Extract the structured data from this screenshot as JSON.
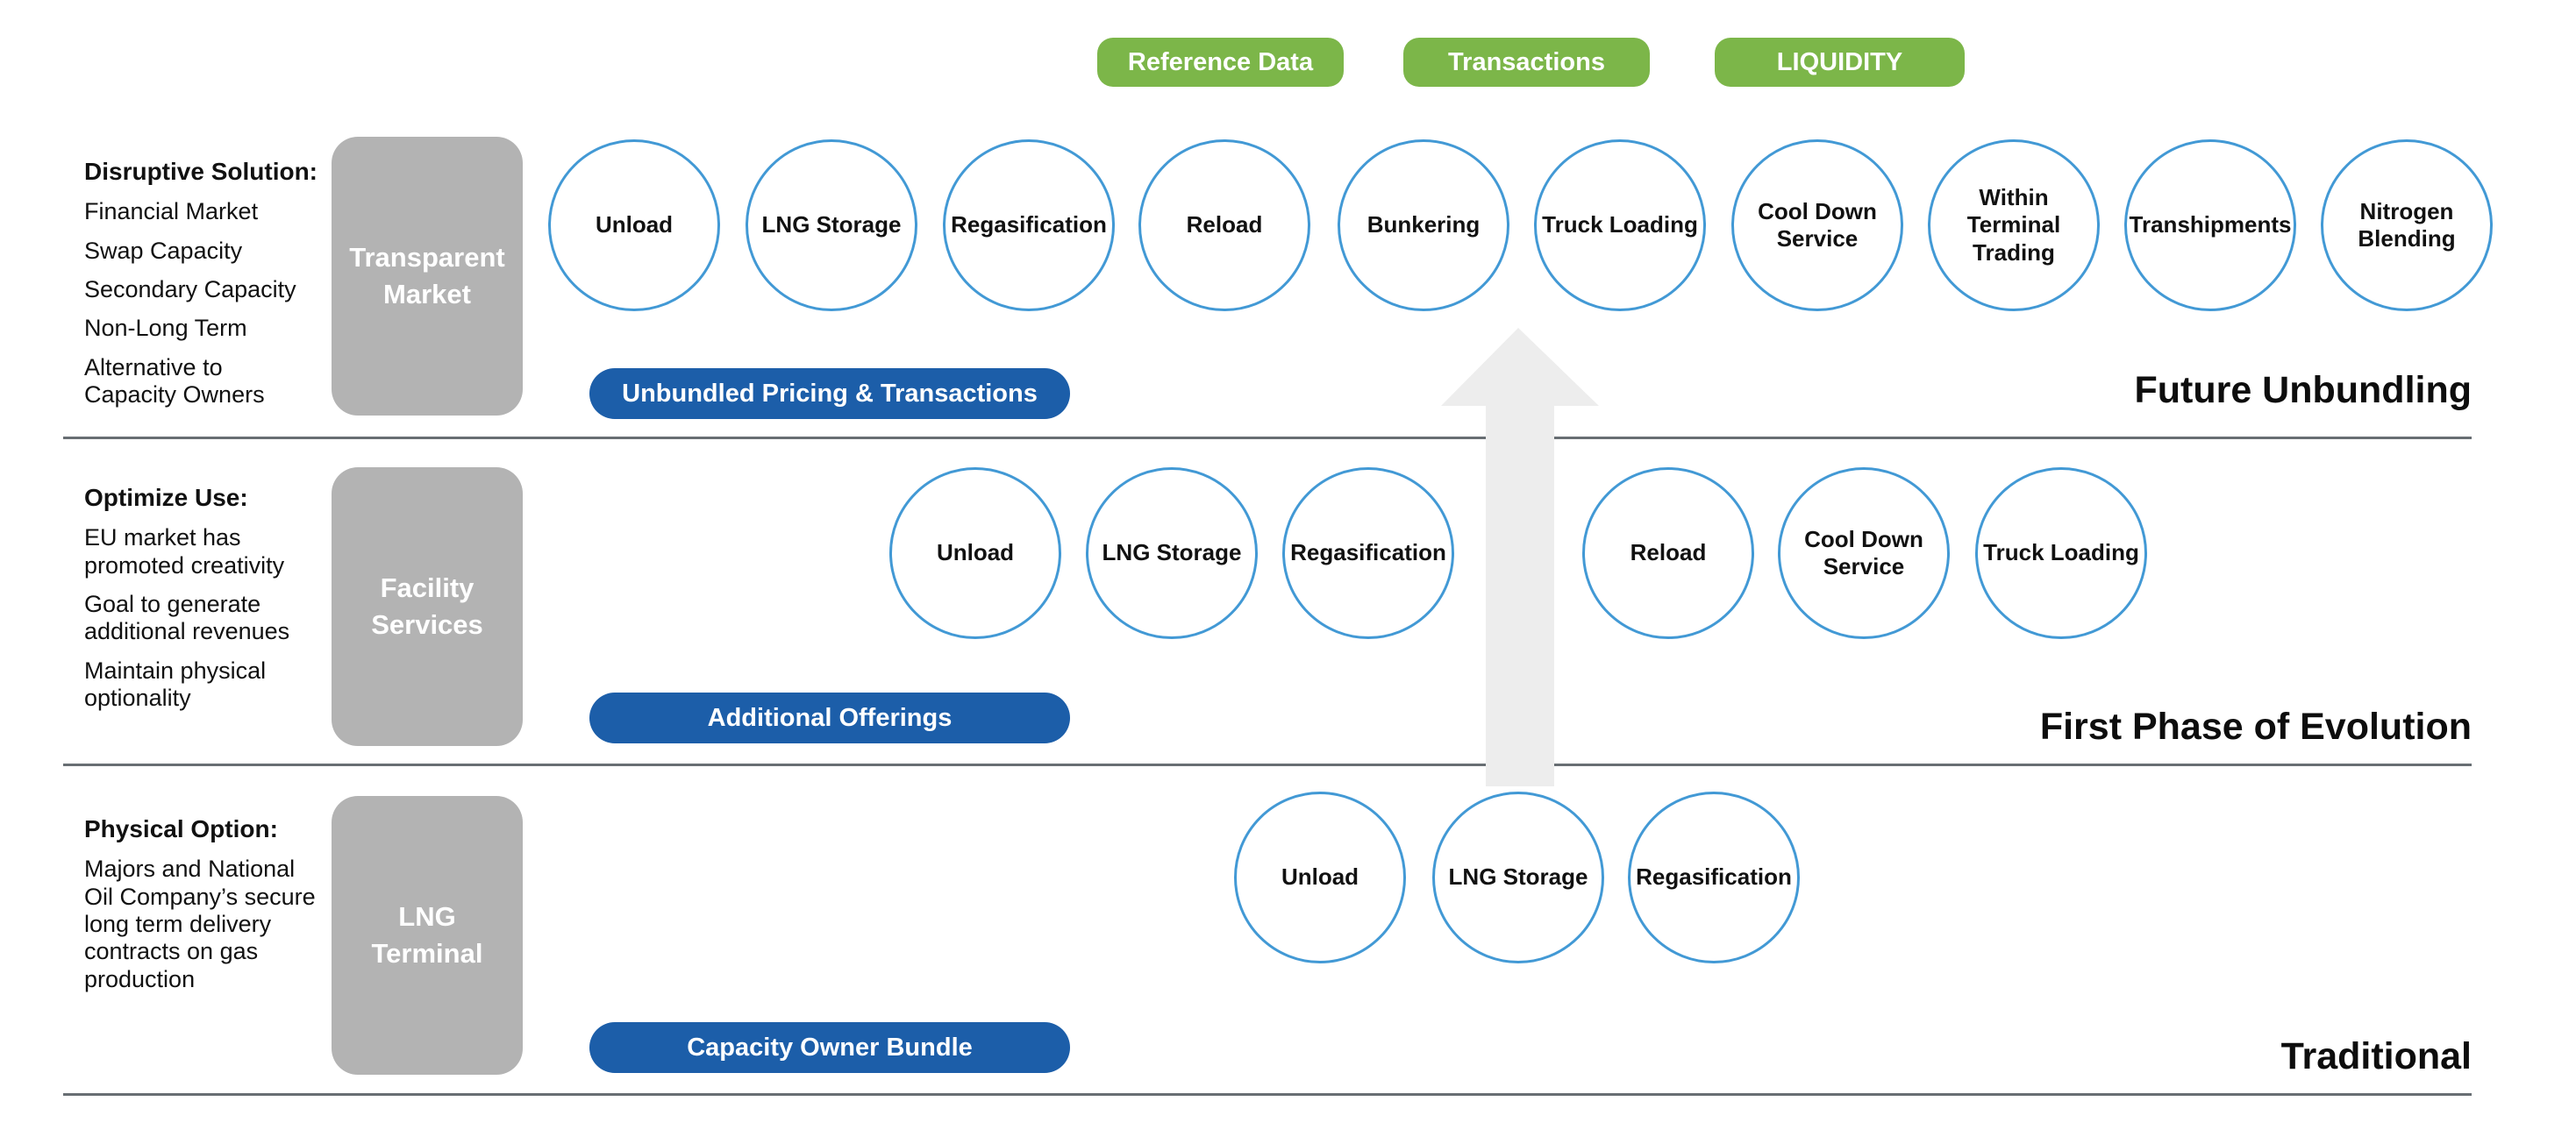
{
  "colors": {
    "tag_green": "#7cb649",
    "pill_blue": "#1c5ea9",
    "circle_border_blue": "#4299d5",
    "category_box_gray": "#b3b3b3",
    "arrow_gray": "#ededed",
    "separator_gray": "#686e73"
  },
  "tags": [
    {
      "label": "Reference Data"
    },
    {
      "label": "Transactions"
    },
    {
      "label": "LIQUIDITY"
    }
  ],
  "rows": [
    {
      "phase_label": "Future Unbundling",
      "category_box": "Transparent\nMarket",
      "bundle_pill": "Unbundled Pricing & Transactions",
      "note_title": "Disruptive Solution:",
      "notes": [
        "Financial Market",
        "Swap Capacity",
        "Secondary Capacity",
        "Non-Long Term",
        "Alternative to\nCapacity Owners"
      ],
      "circles": [
        "Unload",
        "LNG Storage",
        "Regasification",
        "Reload",
        "Bunkering",
        "Truck Loading",
        "Cool Down\nService",
        "Within\nTerminal\nTrading",
        "Transhipments",
        "Nitrogen\nBlending"
      ]
    },
    {
      "phase_label": "First Phase of Evolution",
      "category_box": "Facility\nServices",
      "bundle_pill": "Additional Offerings",
      "note_title": "Optimize Use:",
      "notes": [
        "EU market has\npromoted creativity",
        "Goal to generate\nadditional revenues",
        "Maintain physical\noptionality"
      ],
      "circles": [
        "Unload",
        "LNG Storage",
        "Regasification",
        "Reload",
        "Cool Down\nService",
        "Truck Loading"
      ]
    },
    {
      "phase_label": "Traditional",
      "category_box": "LNG\nTerminal",
      "bundle_pill": "Capacity Owner Bundle",
      "note_title": "Physical Option:",
      "notes": [
        "Majors and National\nOil Company’s secure\nlong term delivery\ncontracts on gas\nproduction"
      ],
      "circles": [
        "Unload",
        "LNG Storage",
        "Regasification"
      ]
    }
  ]
}
